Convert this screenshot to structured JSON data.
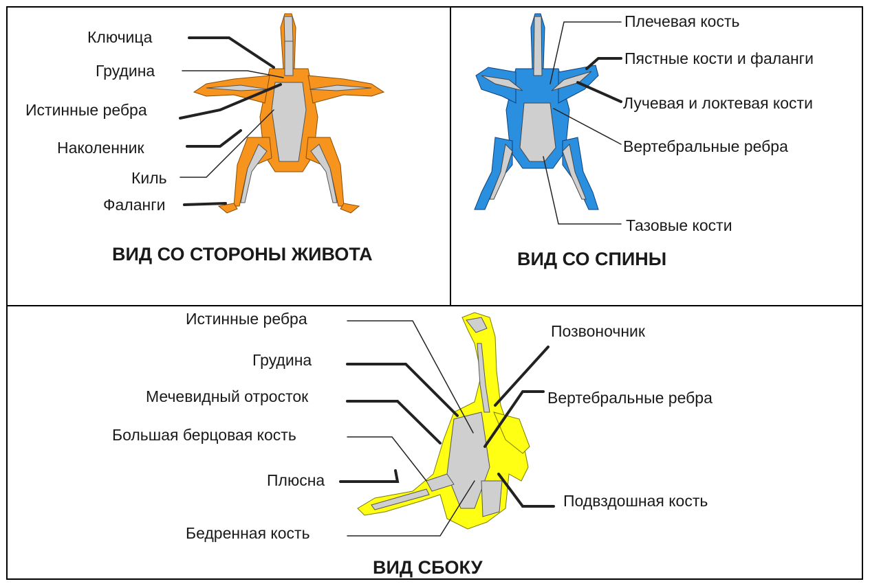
{
  "colors": {
    "ventral": "#f7941d",
    "dorsal": "#2b8fe0",
    "lateral": "#ffff14",
    "bone": "#cfcfcf",
    "frame": "#000000"
  },
  "panels": {
    "ventral": {
      "title": "ВИД СО СТОРОНЫ ЖИВОТА",
      "labels": {
        "clavicle": "Ключица",
        "sternum": "Грудина",
        "true_ribs": "Истинные ребра",
        "patella": "Наколенник",
        "keel": "Киль",
        "phalanges": "Фаланги"
      }
    },
    "dorsal": {
      "title": "ВИД СО СПИНЫ",
      "labels": {
        "humerus": "Плечевая кость",
        "metacarpals": "Пястные кости и фаланги",
        "radius_ulna": "Лучевая и локтевая кости",
        "vertebral_ribs": "Вертебральные ребра",
        "pelvic": "Тазовые кости"
      }
    },
    "lateral": {
      "title": "ВИД СБОКУ",
      "labels": {
        "true_ribs": "Истинные ребра",
        "sternum": "Грудина",
        "xiphoid": "Мечевидный отросток",
        "tibia": "Большая берцовая кость",
        "metatarsus": "Плюсна",
        "femur": "Бедренная кость",
        "spine": "Позвоночник",
        "vertebral_ribs": "Вертебральные ребра",
        "ilium": "Подвздошная кость"
      }
    }
  }
}
